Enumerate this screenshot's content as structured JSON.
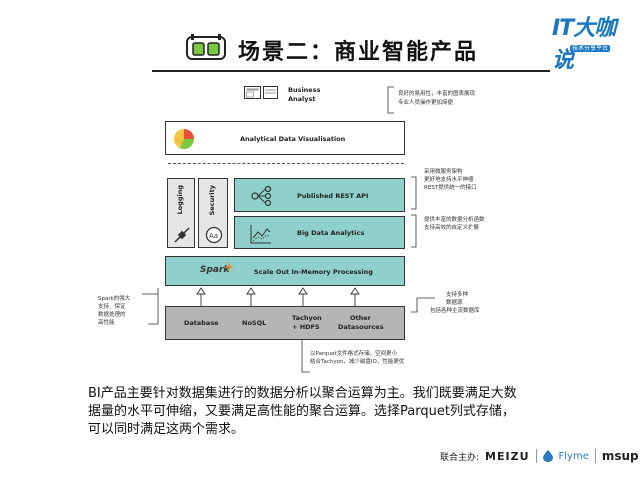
{
  "header": {
    "title": "场景二：商业智能产品"
  },
  "logo": {
    "main": "IT大咖说",
    "sub": "技术分享平台"
  },
  "diagram": {
    "business_analyst": [
      "Business",
      "Analyst"
    ],
    "analytical_viz": "Analytical Data Visualisation",
    "logging": "Logging",
    "security": "Security",
    "rest_api": "Published REST API",
    "big_data": "Big Data Analytics",
    "scale_out": "Scale Out In-Memory Processing",
    "spark": "Spark",
    "sources": {
      "database": "Database",
      "nosql": "NoSQL",
      "tachyon": [
        "Tachyon",
        "+ HDFS"
      ],
      "other": [
        "Other",
        "Datasources"
      ]
    },
    "notes": {
      "analyst": [
        "良好的易用性，丰富的图表展现",
        "专业人员操作更加简便"
      ],
      "rest": [
        "采用微服务架构",
        "更好地支持水平伸缩",
        "REST提供统一的接口"
      ],
      "bigdata": [
        "提供丰富的数据分析函数",
        "支持高效的自定义扩展"
      ],
      "spark": [
        "Spark的强大",
        "支持、保证",
        "数据处理的",
        "高性能"
      ],
      "sources": [
        "支持多种",
        "数据源",
        "包括各种主流数据库"
      ],
      "parquet": [
        "以Parquet文件格式存储，空间更小",
        "结合Tachyon，减少磁盘IO，性能更优"
      ]
    }
  },
  "paragraph": [
    "BI产品主要针对数据集进行的数据分析以聚合运算为主。我们既要满足大数",
    "据量的水平可伸缩，又要满足高性能的聚合运算。选择Parquet列式存储，",
    "可以同时满足这两个需求。"
  ],
  "footer": {
    "label": "联合主办:",
    "meizu": "MEIZU",
    "flyme": "Flyme",
    "msup": "msup"
  }
}
